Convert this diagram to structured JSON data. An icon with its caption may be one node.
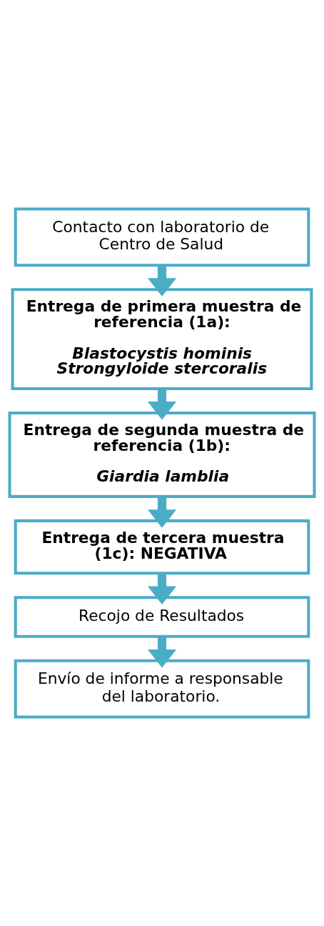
{
  "diagram": {
    "nodes": [
      {
        "text": [
          "Contacto con laboratorio de Centro de Salud"
        ]
      },
      {
        "text": [
          "Entrega de primera muestra de referencia (1a):",
          "Blastocystis hominis",
          "Strongyloide stercoralis"
        ]
      },
      {
        "text": [
          "Entrega de segunda muestra de referencia (1b):",
          "Giardia lamblia"
        ]
      },
      {
        "text": [
          "Entrega de tercera muestra (1c): NEGATIVA"
        ]
      },
      {
        "text": [
          "Recojo de Resultados"
        ]
      },
      {
        "text": [
          "Envío de informe a responsable del laboratorio."
        ]
      }
    ],
    "edges": [
      {
        "from": 0,
        "to": 1,
        "arrow": "to"
      },
      {
        "from": 1,
        "to": 2,
        "arrow": "to"
      },
      {
        "from": 2,
        "to": 3,
        "arrow": "to"
      },
      {
        "from": 3,
        "to": 4,
        "arrow": "to"
      },
      {
        "from": 4,
        "to": 5,
        "arrow": "to"
      }
    ]
  }
}
